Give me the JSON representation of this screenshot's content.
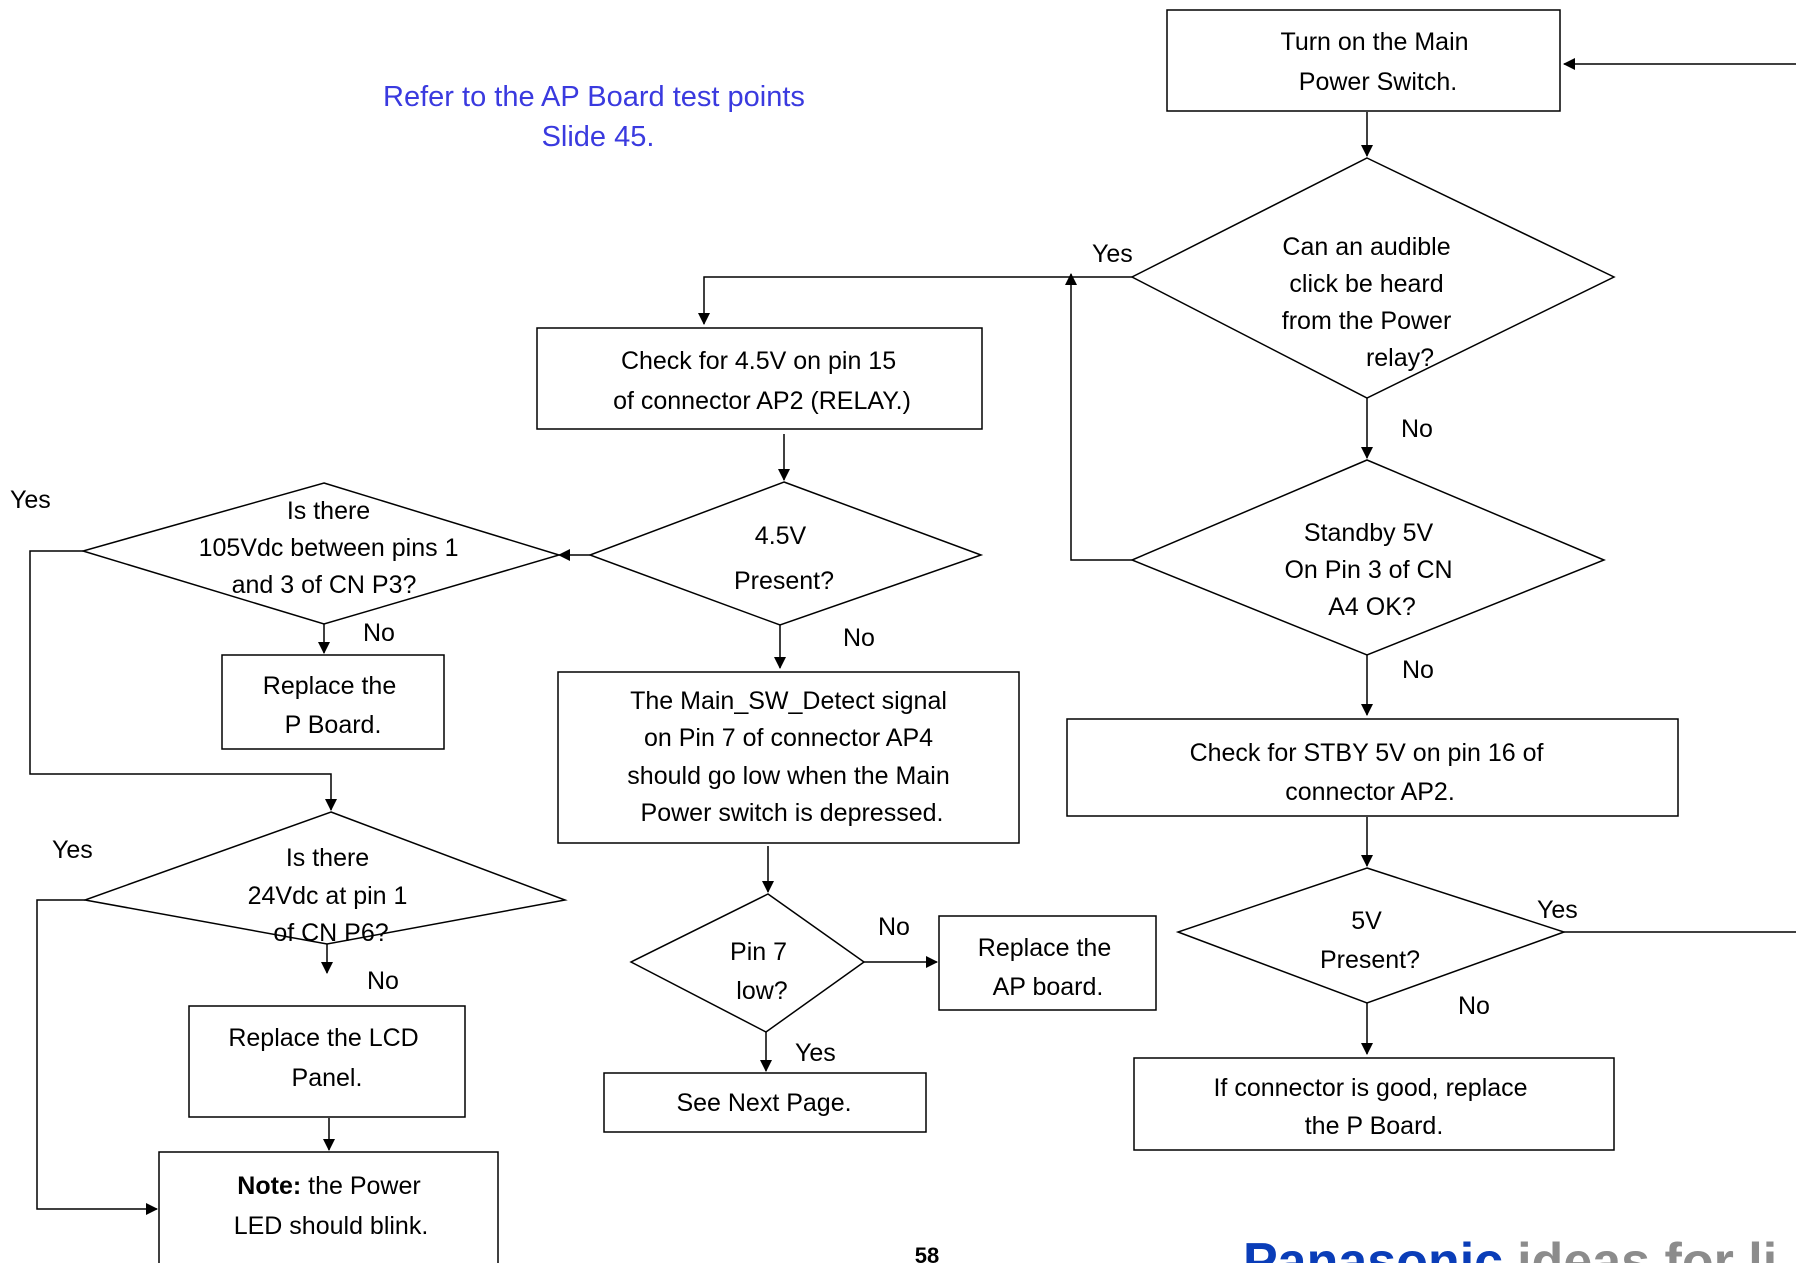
{
  "reference_note": {
    "line1": "Refer to the AP Board test points",
    "line2": "Slide 45."
  },
  "nodes": {
    "turn_on": [
      "Turn on the Main",
      "Power Switch."
    ],
    "audible_click": [
      "Can an audible",
      "click be heard",
      "from the Power",
      "relay?"
    ],
    "standby_5v": [
      "Standby 5V",
      "On Pin 3 of CN",
      "A4 OK?"
    ],
    "check_stby": [
      "Check  for STBY 5V on pin 16 of",
      "connector AP2."
    ],
    "five_v_present": [
      "5V",
      "Present?"
    ],
    "connector_good": [
      "If connector is good, replace",
      "the P Board."
    ],
    "check_4_5v": [
      "Check  for 4.5V on  pin 15",
      "of connector AP2 (RELAY.)"
    ],
    "present_4_5v": [
      "4.5V",
      "Present?"
    ],
    "main_sw_detect": [
      "The Main_SW_Detect  signal",
      "on Pin 7 of connector AP4",
      "should go low when the Main",
      "Power switch is depressed."
    ],
    "pin7_low": [
      "Pin 7",
      "low?"
    ],
    "replace_ap": [
      "Replace the",
      "AP board."
    ],
    "see_next": [
      "See Next Page."
    ],
    "vdc_105": [
      "Is there",
      "105Vdc  between  pins 1",
      "and 3 of CN P3?"
    ],
    "replace_p_board": [
      "Replace the",
      "P Board."
    ],
    "vdc_24": [
      "Is there",
      "24Vdc at pin 1",
      "of CN P6?"
    ],
    "replace_lcd": [
      "Replace the LCD",
      "Panel."
    ],
    "note_bold": "Note:",
    "note_rest": " the Power",
    "note_line2": "LED should blink."
  },
  "labels": {
    "yes": "Yes",
    "no": "No"
  },
  "footer": {
    "page_number": "58",
    "brand": "Panasonic",
    "tagline": "ideas for li"
  },
  "colors": {
    "reference_text": "#3a3adf",
    "brand_blue": "#0a3db8",
    "tagline_gray": "#8c8c8c"
  }
}
